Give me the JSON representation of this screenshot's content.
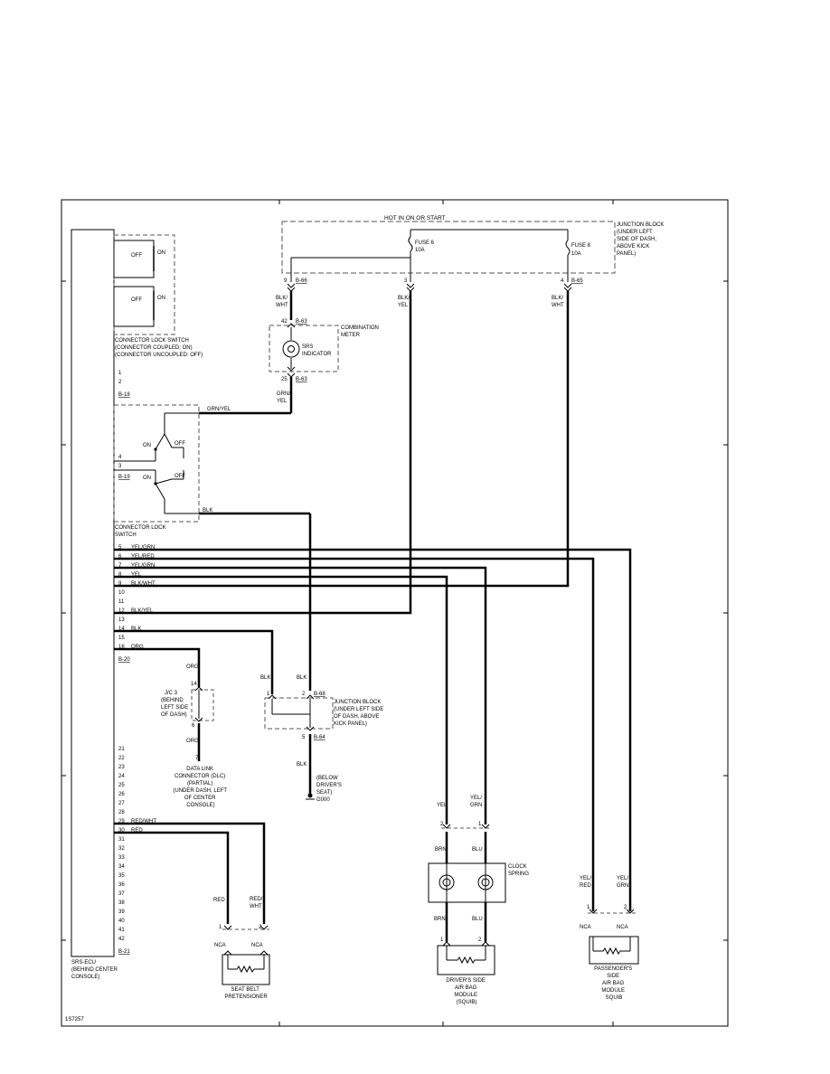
{
  "colors": {
    "line": "#000000",
    "dash": "#555555",
    "background": "#ffffff"
  },
  "junction_block_top": {
    "title": "HOT IN ON OR START",
    "label": [
      "JUNCTION BLOCK",
      "(UNDER LEFT",
      "SIDE OF DASH,",
      "ABOVE KICK",
      "PANEL)"
    ],
    "fuse_a": [
      "FUSE 6",
      "10A"
    ],
    "fuse_b": [
      "FUSE 8",
      "10A"
    ],
    "pin_9": "9",
    "pin_3": "3",
    "pin_4": "4",
    "conn_a": "B-66",
    "conn_b": "B-65"
  },
  "wires": {
    "blk_wht": [
      "BLK/",
      "WHT"
    ],
    "blk_yel": [
      "BLK/",
      "YEL"
    ],
    "blk_wht_right": [
      "BLK/",
      "WHT"
    ],
    "grn_yel_v": [
      "GRN/",
      "YEL"
    ],
    "grn_yel_h": "GRN/YEL",
    "blk_h": "BLK",
    "org_a": "ORG",
    "org_b": "ORG",
    "blk_left": "BLK",
    "blk_mid": "BLK",
    "blk_lower": "BLK",
    "yel": "YEL",
    "yel_grn": [
      "YEL/",
      "GRN"
    ],
    "brn_up": "BRN",
    "blu_up": "BLU",
    "brn_down": "BRN",
    "blu_down": "BLU",
    "yel_red_v": [
      "YEL/",
      "RED"
    ],
    "yel_grn_v": [
      "YEL/",
      "GRN"
    ],
    "nca_a": "NCA",
    "nca_b": "NCA",
    "red_v": "RED",
    "red_wht_v": [
      "RED/",
      "WHT"
    ],
    "nca_c": "NCA",
    "nca_d": "NCA"
  },
  "combination_meter": {
    "label": [
      "COMBINATION",
      "METER"
    ],
    "indicator": [
      "SRS",
      "INDICATOR"
    ],
    "pin_top": "42",
    "conn_top": "B-63",
    "pin_bottom": "25",
    "conn_bottom": "B-63"
  },
  "connector_lock_switch_top": {
    "off_1": "OFF",
    "on_1": "ON",
    "off_2": "OFF",
    "on_2": "ON",
    "label": [
      "CONNECTOR LOCK SWITCH",
      "(CONNECTOR COUPLED: ON)",
      "(CONNECTOR UNCOUPLED: OFF)"
    ],
    "pin_1": "1",
    "pin_2": "2",
    "conn": "B-18"
  },
  "connector_lock_switch_mid": {
    "on_1": "ON",
    "off_1": "OFF",
    "on_2": "ON",
    "off_2": "OFF",
    "pin_4": "4",
    "pin_3": "3",
    "conn": "B-19",
    "label": [
      "CONNECTOR LOCK",
      "SWITCH"
    ]
  },
  "ecu_pins": [
    {
      "n": "5",
      "w": "YEL/GRN"
    },
    {
      "n": "6",
      "w": "YEL/RED"
    },
    {
      "n": "7",
      "w": "YEL/GRN"
    },
    {
      "n": "8",
      "w": "YEL"
    },
    {
      "n": "9",
      "w": "BLK/WHT"
    },
    {
      "n": "10",
      "w": ""
    },
    {
      "n": "11",
      "w": ""
    },
    {
      "n": "12",
      "w": "BLK/YEL"
    },
    {
      "n": "13",
      "w": ""
    },
    {
      "n": "14",
      "w": "BLK"
    },
    {
      "n": "15",
      "w": ""
    },
    {
      "n": "16",
      "w": "ORG"
    }
  ],
  "ecu_conn_a": "B-20",
  "ecu_pins_lower": [
    "21",
    "22",
    "23",
    "24",
    "25",
    "26",
    "27",
    "28"
  ],
  "ecu_pins_29_30": [
    {
      "n": "29",
      "w": "RED/WHT"
    },
    {
      "n": "30",
      "w": "RED"
    }
  ],
  "ecu_pins_bottom": [
    "31",
    "32",
    "33",
    "34",
    "35",
    "36",
    "37",
    "38",
    "39",
    "40",
    "41",
    "42"
  ],
  "ecu_conn_b": "B-21",
  "ecu_label": [
    "SRS-ECU",
    "(BEHIND CENTER",
    "CONSOLE)"
  ],
  "jc3": {
    "label": [
      "J/C 3",
      "(BEHIND",
      "LEFT SIDE",
      "OF DASH)"
    ],
    "pin_top": "14",
    "pin_bottom": "6"
  },
  "dlc": {
    "pin": "7",
    "label": [
      "DATA LINK",
      "CONNECTOR (DLC)",
      "(PARTIAL)",
      "(UNDER DASH, LEFT",
      "OF CENTER",
      "CONSOLE)"
    ]
  },
  "junction_block_mid": {
    "label": [
      "JUNCTION BLOCK",
      "(UNDER LEFT SIDE",
      "OF DASH, ABOVE",
      "KICK PANEL)"
    ],
    "pin_1": "1",
    "pin_2": "2",
    "conn_a": "B-68",
    "pin_5": "5",
    "conn_b": "B-64"
  },
  "ground": {
    "label": [
      "(BELOW",
      "DRIVER'S",
      "SEAT)"
    ],
    "id": "G000"
  },
  "clock_spring": {
    "label": [
      "CLOCK",
      "SPRING"
    ],
    "pin_2": "2",
    "pin_1": "1"
  },
  "driver_airbag": {
    "pin_1": "1",
    "pin_2": "2",
    "label": [
      "DRIVER'S SIDE",
      "AIR BAG",
      "MODULE",
      "(SQUIB)"
    ]
  },
  "passenger_airbag": {
    "pin_1": "1",
    "pin_2": "2",
    "label": [
      "PASSENGER'S",
      "SIDE",
      "AIR BAG",
      "MODULE",
      "SQUIB"
    ]
  },
  "pretensioner": {
    "pin_1": "1",
    "pin_2": "2",
    "label": [
      "SEAT BELT",
      "PRETENSIONER"
    ]
  },
  "figure_id": "1S7257"
}
